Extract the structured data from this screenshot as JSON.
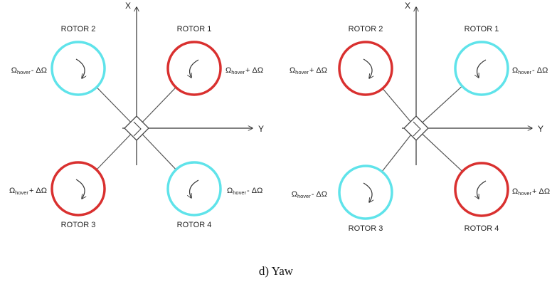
{
  "colors": {
    "cyan": "#5fe3ea",
    "red": "#d9302f",
    "line": "#555555"
  },
  "caption": "d) Yaw",
  "diagrams": [
    {
      "x_label": "X",
      "y_label": "Y",
      "rotors": [
        {
          "label": "ROTOR 1",
          "speed_base": "Ω",
          "speed_sub": "hover",
          "speed_op": "+ ΔΩ",
          "color": "red",
          "rotation": "counterclockwise"
        },
        {
          "label": "ROTOR 2",
          "speed_base": "Ω",
          "speed_sub": "hover",
          "speed_op": "- ΔΩ",
          "color": "cyan",
          "rotation": "clockwise"
        },
        {
          "label": "ROTOR 3",
          "speed_base": "Ω",
          "speed_sub": "hover",
          "speed_op": "+ ΔΩ",
          "color": "red",
          "rotation": "clockwise"
        },
        {
          "label": "ROTOR 4",
          "speed_base": "Ω",
          "speed_sub": "hover",
          "speed_op": "- ΔΩ",
          "color": "cyan",
          "rotation": "counterclockwise"
        }
      ]
    },
    {
      "x_label": "X",
      "y_label": "Y",
      "rotors": [
        {
          "label": "ROTOR 1",
          "speed_base": "Ω",
          "speed_sub": "hover",
          "speed_op": "- ΔΩ",
          "color": "cyan",
          "rotation": "counterclockwise"
        },
        {
          "label": "ROTOR 2",
          "speed_base": "Ω",
          "speed_sub": "hover",
          "speed_op": "+ ΔΩ",
          "color": "red",
          "rotation": "clockwise"
        },
        {
          "label": "ROTOR 3",
          "speed_base": "Ω",
          "speed_sub": "hover",
          "speed_op": "- ΔΩ",
          "color": "cyan",
          "rotation": "clockwise"
        },
        {
          "label": "ROTOR 4",
          "speed_base": "Ω",
          "speed_sub": "hover",
          "speed_op": "+ ΔΩ",
          "color": "red",
          "rotation": "counterclockwise"
        }
      ]
    }
  ]
}
